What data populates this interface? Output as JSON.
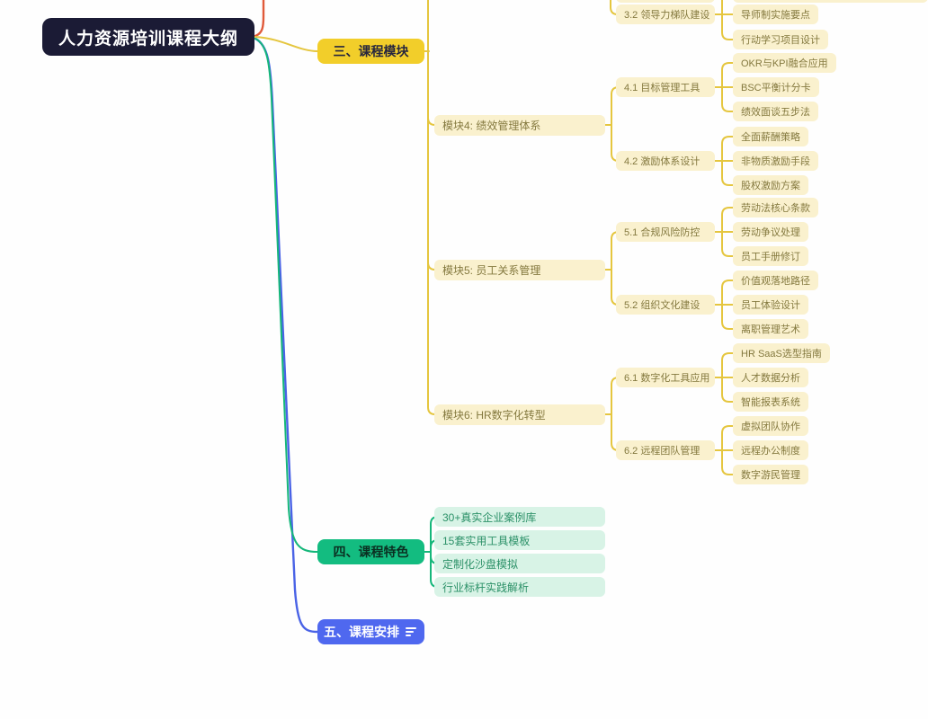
{
  "root": {
    "label": "人力资源培训课程大纲"
  },
  "branches": [
    {
      "label": "三、课程模块",
      "children": [
        {
          "label": "模块4: 绩效管理体系",
          "children": [
            {
              "label": "4.1 目标管理工具",
              "children": [
                "OKR与KPI融合应用",
                "BSC平衡计分卡",
                "绩效面谈五步法"
              ]
            },
            {
              "label": "4.2 激励体系设计",
              "children": [
                "全面薪酬策略",
                "非物质激励手段",
                "股权激励方案"
              ]
            }
          ]
        },
        {
          "label": "模块5: 员工关系管理",
          "children": [
            {
              "label": "5.1 合规风险防控",
              "children": [
                "劳动法核心条款",
                "劳动争议处理",
                "员工手册修订"
              ]
            },
            {
              "label": "5.2 组织文化建设",
              "children": [
                "价值观落地路径",
                "员工体验设计",
                "离职管理艺术"
              ]
            }
          ]
        },
        {
          "label": "模块6: HR数字化转型",
          "children": [
            {
              "label": "6.1 数字化工具应用",
              "children": [
                "HR SaaS选型指南",
                "人才数据分析",
                "智能报表系统"
              ]
            },
            {
              "label": "6.2 远程团队管理",
              "children": [
                "虚拟团队协作",
                "远程办公制度",
                "数字游民管理"
              ]
            }
          ]
        }
      ]
    },
    {
      "label": "四、课程特色",
      "children": [
        "30+真实企业案例库",
        "15套实用工具模板",
        "定制化沙盘模拟",
        "行业标杆实践解析"
      ]
    },
    {
      "label": "五、课程安排"
    }
  ],
  "orphan": {
    "label": "3.2 领导力梯队建设",
    "children": [
      "导师制实施要点",
      "行动学习项目设计"
    ]
  },
  "icons": {
    "schedule_icon": "list-lines-icon"
  },
  "colors": {
    "root_bg": "#1b1b35",
    "navy_text": "#26263e",
    "yellow": "#f2ce2a",
    "yellow_line": "#e5c63f",
    "cream": "#faf1ce",
    "cream_text": "#84793f",
    "green": "#13bc80",
    "green_line": "#15b77a",
    "green_text": "#0b2f21",
    "mint": "#d8f3e6",
    "mint_text": "#2c9168",
    "blue": "#4f68ef",
    "blue_line": "#4a63e6",
    "orange_line": "#e05a3a"
  }
}
